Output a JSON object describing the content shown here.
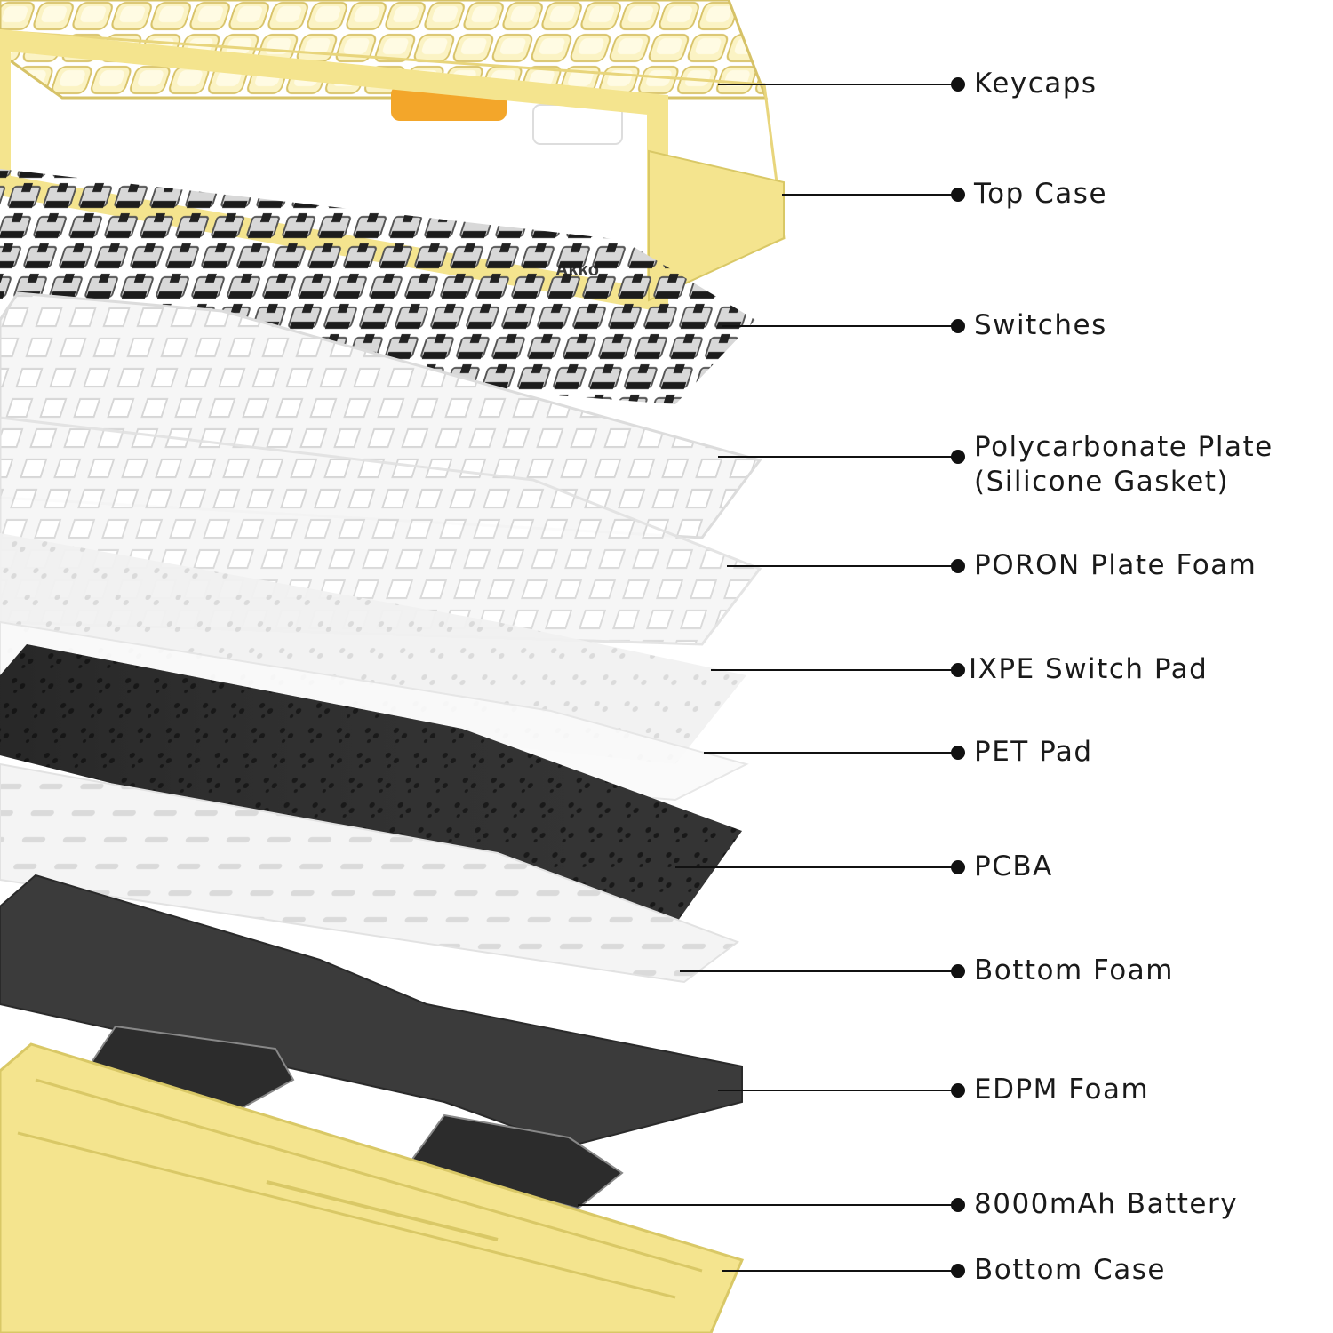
{
  "brand_logo": "Akko",
  "colors": {
    "case_yellow": "#f4e48e",
    "case_edge": "#d9c866",
    "plate_white": "#f3f3f3",
    "pcb_black": "#2a2a2a",
    "foam_black": "#3a3a3a",
    "label_text": "#1a1a1a"
  },
  "layers": [
    {
      "id": "keycaps",
      "lines": [
        "Keycaps"
      ]
    },
    {
      "id": "top-case",
      "lines": [
        "Top Case"
      ]
    },
    {
      "id": "switches",
      "lines": [
        "Switches"
      ]
    },
    {
      "id": "pc-plate",
      "lines": [
        "Polycarbonate Plate",
        "(Silicone Gasket)"
      ]
    },
    {
      "id": "poron-foam",
      "lines": [
        "PORON Plate Foam"
      ]
    },
    {
      "id": "ixpe-pad",
      "lines": [
        "IXPE Switch Pad"
      ]
    },
    {
      "id": "pet-pad",
      "lines": [
        "PET Pad"
      ]
    },
    {
      "id": "pcba",
      "lines": [
        "PCBA"
      ]
    },
    {
      "id": "bottom-foam",
      "lines": [
        "Bottom Foam"
      ]
    },
    {
      "id": "edpm-foam",
      "lines": [
        "EDPM Foam"
      ]
    },
    {
      "id": "battery",
      "lines": [
        "8000mAh Battery"
      ]
    },
    {
      "id": "bottom-case",
      "lines": [
        "Bottom Case"
      ]
    }
  ]
}
